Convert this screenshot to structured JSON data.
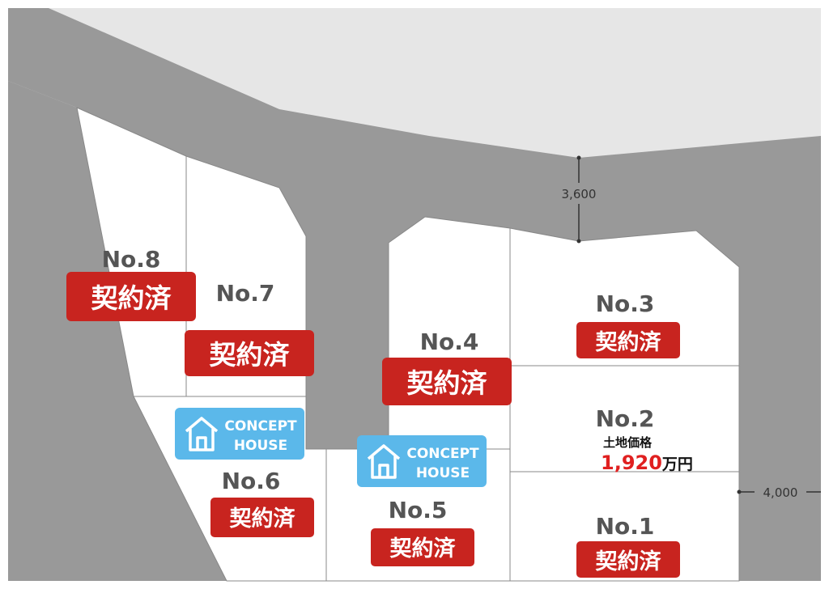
{
  "map": {
    "colors": {
      "background": "#e6e6e6",
      "road": "#999999",
      "lot_fill": "#ffffff",
      "lot_border": "#888888",
      "sold_badge": "#c8241f",
      "concept_badge": "#5bb8ea",
      "price_value": "#e02020"
    },
    "road_widths": {
      "main": "3,600",
      "side": "4,000"
    },
    "lots": [
      {
        "id": "no1",
        "number": "No.1",
        "status": "契約済"
      },
      {
        "id": "no2",
        "number": "No.2",
        "status": "",
        "price_label": "土地価格",
        "price_value": "1,920",
        "price_unit": "万円"
      },
      {
        "id": "no3",
        "number": "No.3",
        "status": "契約済"
      },
      {
        "id": "no4",
        "number": "No.4",
        "status": "契約済"
      },
      {
        "id": "no5",
        "number": "No.5",
        "status": "契約済",
        "concept": [
          "CONCEPT",
          "HOUSE"
        ],
        "concept_icon": "house-icon"
      },
      {
        "id": "no6",
        "number": "No.6",
        "status": "契約済",
        "concept": [
          "CONCEPT",
          "HOUSE"
        ],
        "concept_icon": "house-icon"
      },
      {
        "id": "no7",
        "number": "No.7",
        "status": "契約済"
      },
      {
        "id": "no8",
        "number": "No.8",
        "status": "契約済"
      }
    ]
  }
}
